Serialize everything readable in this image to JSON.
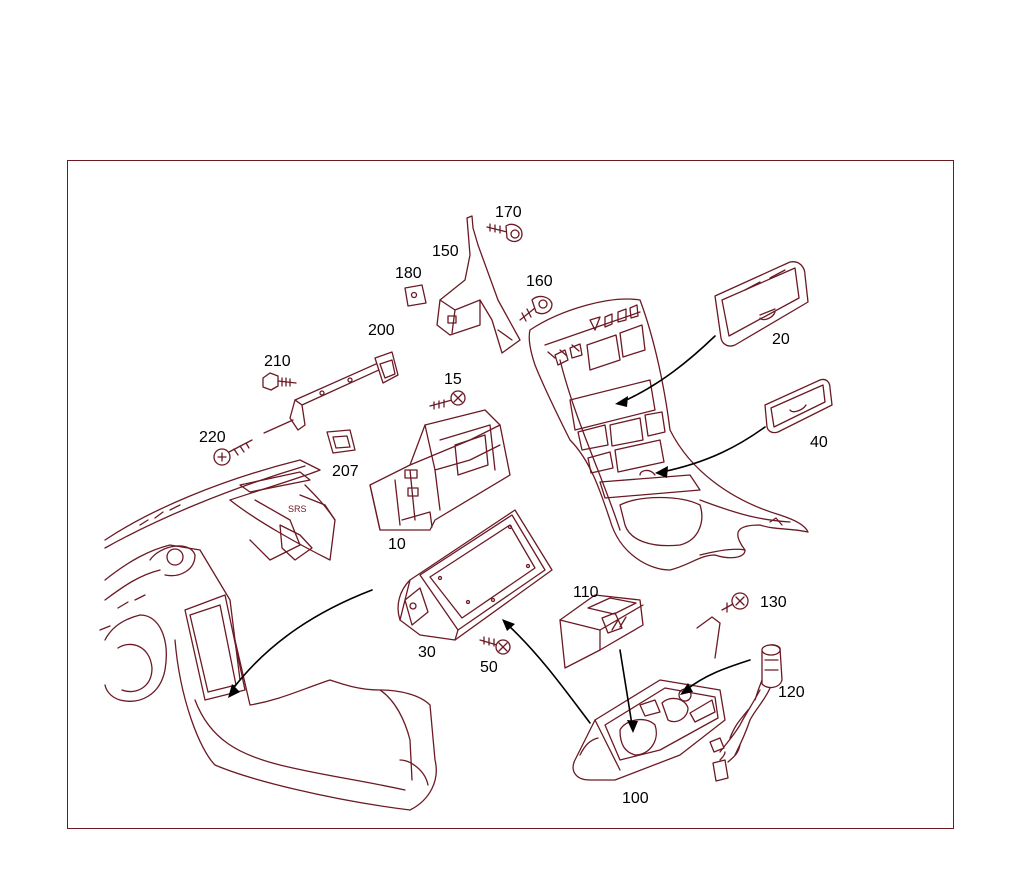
{
  "colors": {
    "line": "#6b1a24",
    "frame": "#6b1a24",
    "label": "#000000",
    "background": "#ffffff"
  },
  "airbag_marking": "SRS",
  "callouts": [
    {
      "id": "p10",
      "label": "10"
    },
    {
      "id": "p15",
      "label": "15"
    },
    {
      "id": "p20",
      "label": "20"
    },
    {
      "id": "p30",
      "label": "30"
    },
    {
      "id": "p40",
      "label": "40"
    },
    {
      "id": "p50",
      "label": "50"
    },
    {
      "id": "p100",
      "label": "100"
    },
    {
      "id": "p110",
      "label": "110"
    },
    {
      "id": "p120",
      "label": "120"
    },
    {
      "id": "p130",
      "label": "130"
    },
    {
      "id": "p150",
      "label": "150"
    },
    {
      "id": "p160",
      "label": "160"
    },
    {
      "id": "p170",
      "label": "170"
    },
    {
      "id": "p180",
      "label": "180"
    },
    {
      "id": "p200",
      "label": "200"
    },
    {
      "id": "p207",
      "label": "207"
    },
    {
      "id": "p210",
      "label": "210"
    },
    {
      "id": "p220",
      "label": "220"
    }
  ]
}
